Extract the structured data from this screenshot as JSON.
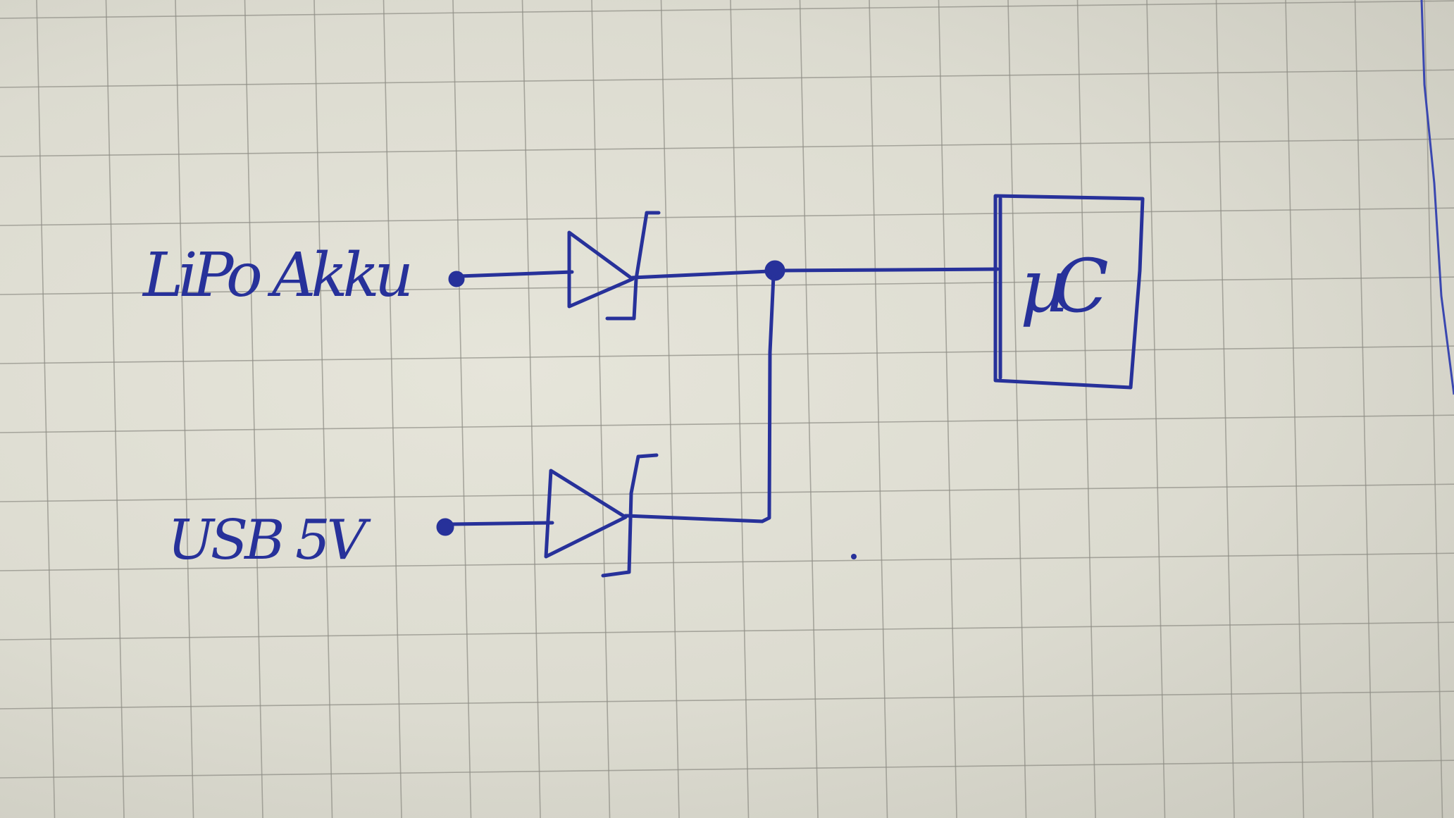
{
  "labels": {
    "battery": "LiPo Akku",
    "usb": "USB 5V",
    "microcontroller": "µC"
  },
  "colors": {
    "ink": "#27319a",
    "paper": "#dfded3",
    "grid": "#8d8c84",
    "margin_line": "#3a47b0"
  }
}
